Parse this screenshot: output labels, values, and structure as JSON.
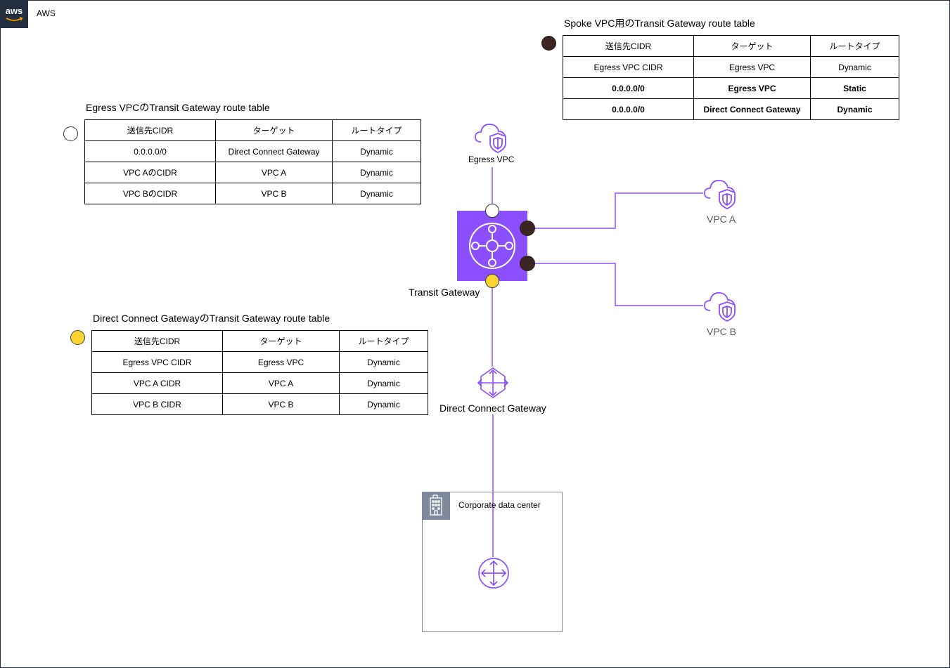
{
  "header": {
    "brand_badge": "aws",
    "brand_label": "AWS"
  },
  "colors": {
    "accent": "#8c4fff",
    "line": "#8c4fff",
    "dark_marker": "#3b2624",
    "yellow_marker": "#fcd432",
    "border": "#232f3e"
  },
  "tables": {
    "spoke": {
      "title": "Spoke VPC用のTransit Gateway route table",
      "headers": [
        "送信先CIDR",
        "ターゲット",
        "ルートタイプ"
      ],
      "rows": [
        [
          "Egress VPC CIDR",
          "Egress VPC",
          "Dynamic"
        ],
        [
          "0.0.0.0/0",
          "Egress VPC",
          "Static"
        ],
        [
          "0.0.0.0/0",
          "Direct Connect Gateway",
          "Dynamic"
        ]
      ]
    },
    "egress": {
      "title": "Egress VPCのTransit Gateway route table",
      "headers": [
        "送信先CIDR",
        "ターゲット",
        "ルートタイプ"
      ],
      "rows": [
        [
          "0.0.0.0/0",
          "Direct Connect Gateway",
          "Dynamic"
        ],
        [
          "VPC AのCIDR",
          "VPC A",
          "Dynamic"
        ],
        [
          "VPC BのCIDR",
          "VPC B",
          "Dynamic"
        ]
      ]
    },
    "dxgw": {
      "title": "Direct Connect GatewayのTransit Gateway route table",
      "headers": [
        "送信先CIDR",
        "ターゲット",
        "ルートタイプ"
      ],
      "rows": [
        [
          "Egress VPC CIDR",
          "Egress VPC",
          "Dynamic"
        ],
        [
          "VPC A CIDR",
          "VPC A",
          "Dynamic"
        ],
        [
          "VPC B CIDR",
          "VPC B",
          "Dynamic"
        ]
      ]
    }
  },
  "nodes": {
    "egress_vpc": "Egress VPC",
    "vpc_a": "VPC A",
    "vpc_b": "VPC B",
    "transit_gateway": "Transit Gateway",
    "direct_connect_gateway": "Direct Connect Gateway",
    "corporate_dc": "Corporate data center"
  },
  "icons": [
    "vpc-cloud-shield-icon",
    "transit-gateway-icon",
    "direct-connect-gateway-icon",
    "building-icon",
    "router-icon"
  ]
}
